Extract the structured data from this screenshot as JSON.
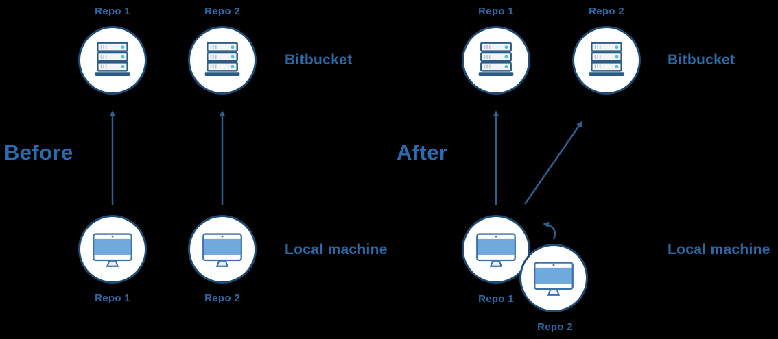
{
  "colors": {
    "background": "#000000",
    "text_blue": "#2b6aa8",
    "heading_blue": "#2a6cb0",
    "circle_border": "#1d4c74",
    "arrow": "#2d608f",
    "server_border": "#2b5c88",
    "server_fill": "#f2f4f6",
    "server_vent": "#b9c6d2",
    "server_dot": "#54c6c4",
    "monitor_border": "#3a72ae",
    "monitor_screen": "#6fa9dd",
    "monitor_chrome": "#ffffff",
    "monitor_stand": "#edf2f7",
    "camera_dot": "#4a6b8a"
  },
  "icons": {
    "remote_repo": "server-rack-icon",
    "local_repo": "imac-monitor-icon",
    "straight_arrow": "push-arrow",
    "curved_arrow": "merge-curved-arrow"
  },
  "before": {
    "heading": "Before",
    "platform_label": "Bitbucket",
    "machine_label": "Local machine",
    "remote_repos": [
      {
        "label": "Repo 1"
      },
      {
        "label": "Repo 2"
      }
    ],
    "local_repos": [
      {
        "label": "Repo 1"
      },
      {
        "label": "Repo 2"
      }
    ]
  },
  "after": {
    "heading": "After",
    "platform_label": "Bitbucket",
    "machine_label": "Local machine",
    "remote_repos": [
      {
        "label": "Repo 1"
      },
      {
        "label": "Repo 2"
      }
    ],
    "local_repos": [
      {
        "label": "Repo 1"
      },
      {
        "label": "Repo 2"
      }
    ]
  }
}
